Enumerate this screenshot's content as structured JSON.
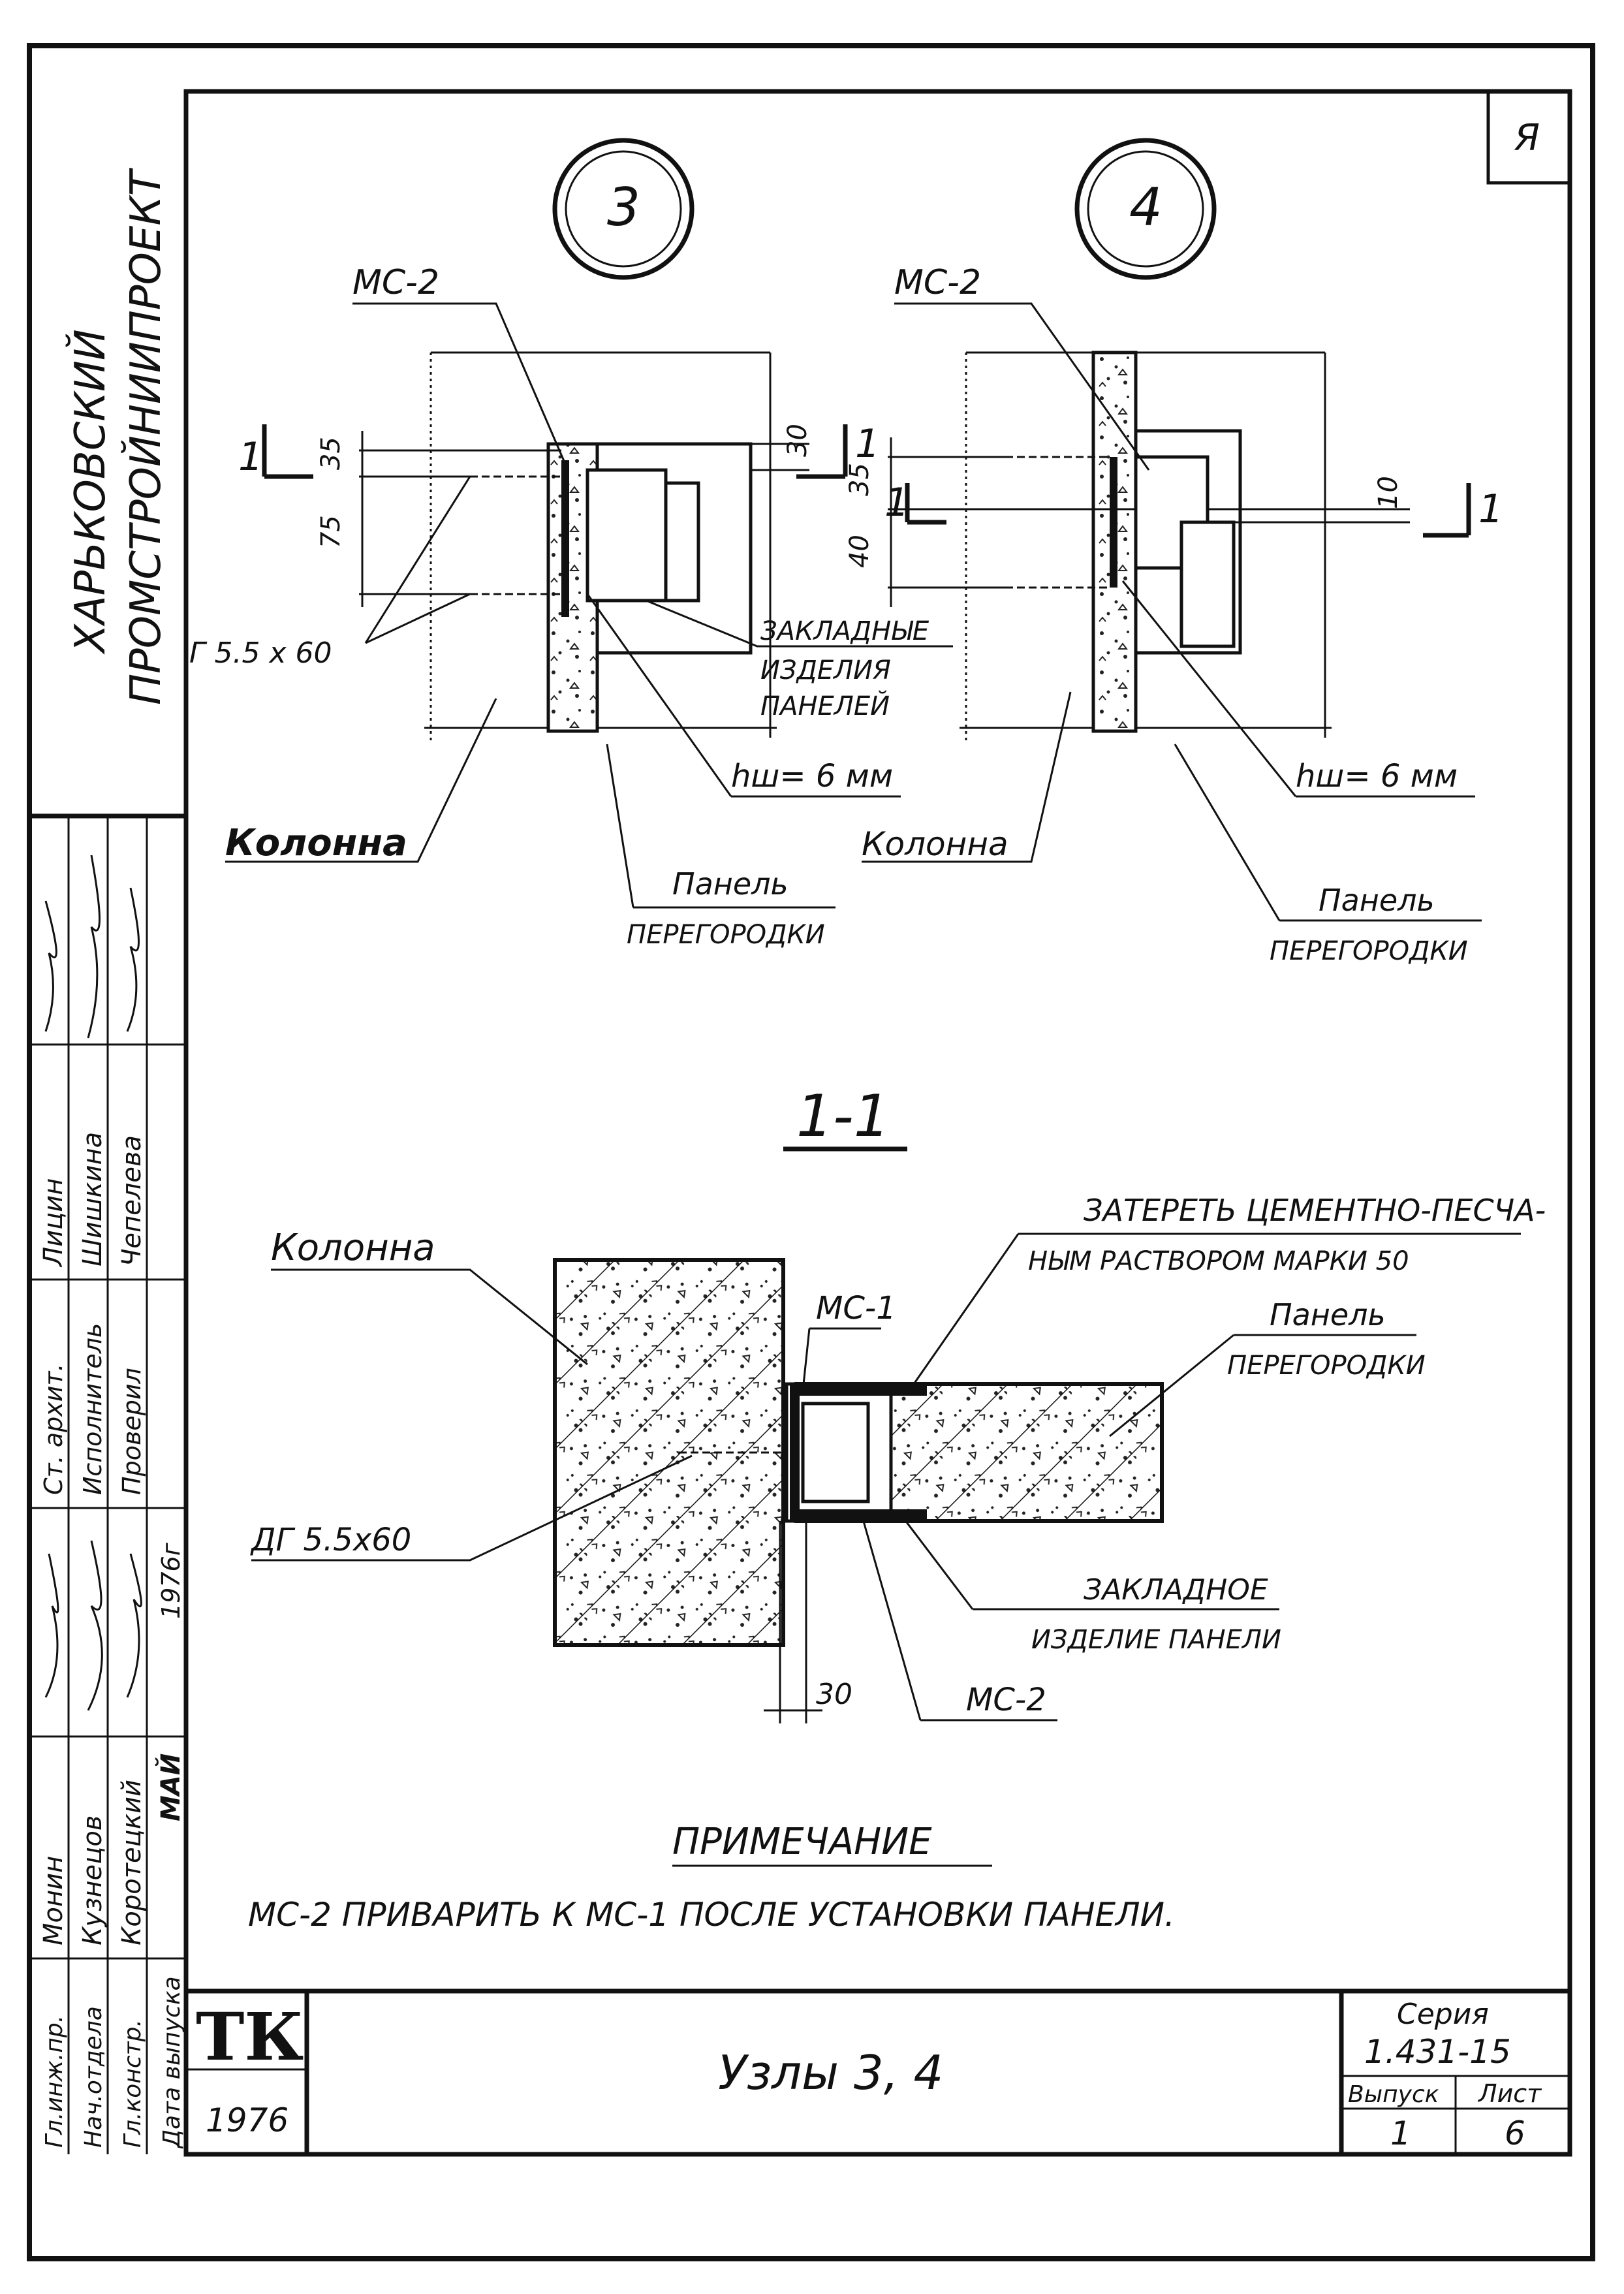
{
  "sheet_corner_mark": "Я",
  "org": {
    "line1": "ХАРЬКОВСКИЙ",
    "line2": "ПРОМСТРОЙНИИПРОЕКТ"
  },
  "nodes": [
    {
      "number": "3",
      "mark_top": "МС-2",
      "dim_a": "35",
      "dim_b": "75",
      "dim_c": "30",
      "dowel": "Г 5.5 х 60",
      "embedded": [
        "ЗАКЛАДНЫЕ",
        "ИЗДЕЛИЯ",
        "ПАНЕЛЕЙ"
      ],
      "weld": "hш= 6 мм",
      "column": "Колонна",
      "panel": [
        "Панель",
        "ПЕРЕГОРОДКИ"
      ]
    },
    {
      "number": "4",
      "mark_top": "МС-2",
      "dim_a": "35",
      "dim_b": "40",
      "dim_c": "10",
      "weld": "hш= 6 мм",
      "column": "Колонна",
      "panel": [
        "Панель",
        "ПЕРЕГОРОДКИ"
      ]
    }
  ],
  "section_marks": {
    "left": "1",
    "right": "1"
  },
  "section": {
    "title": "1-1",
    "column": "Колонна",
    "grout": [
      "ЗАТЕРЕТЬ ЦЕМЕНТНО-ПЕСЧА-",
      "НЫМ РАСТВОРОМ МАРКИ 50"
    ],
    "mc1": "МС-1",
    "panel": [
      "Панель",
      "ПЕРЕГОРОДКИ"
    ],
    "dowel": "ДГ 5.5х60",
    "embedded": [
      "ЗАКЛАДНОЕ",
      "ИЗДЕЛИЕ ПАНЕЛИ"
    ],
    "dim": "30",
    "mc2": "МС-2"
  },
  "note": {
    "title": "ПРИМЕЧАНИЕ",
    "text": "МС-2 ПРИВАРИТЬ К МС-1 ПОСЛЕ УСТАНОВКИ ПАНЕЛИ."
  },
  "signatures": {
    "roles": [
      "Гл.инж.пр.",
      "Нач.отдела",
      "Гл.констр.",
      "Дата выпуска"
    ],
    "names": [
      "Монин",
      "Кузнецов",
      "Коротецкий",
      "МАЙ"
    ],
    "roles2": [
      "Ст. архит.",
      "Исполнитель",
      "Проверил"
    ],
    "names2": [
      "Лицин",
      "Шишкина",
      "Чепелева"
    ],
    "year_mark": "1976г"
  },
  "title_block": {
    "logo": "ТК",
    "year": "1976",
    "title": "Узлы 3, 4",
    "series_label": "Серия",
    "series": "1.431-15",
    "issue_label": "Выпуск",
    "issue": "1",
    "sheet_label": "Лист",
    "sheet": "6"
  }
}
